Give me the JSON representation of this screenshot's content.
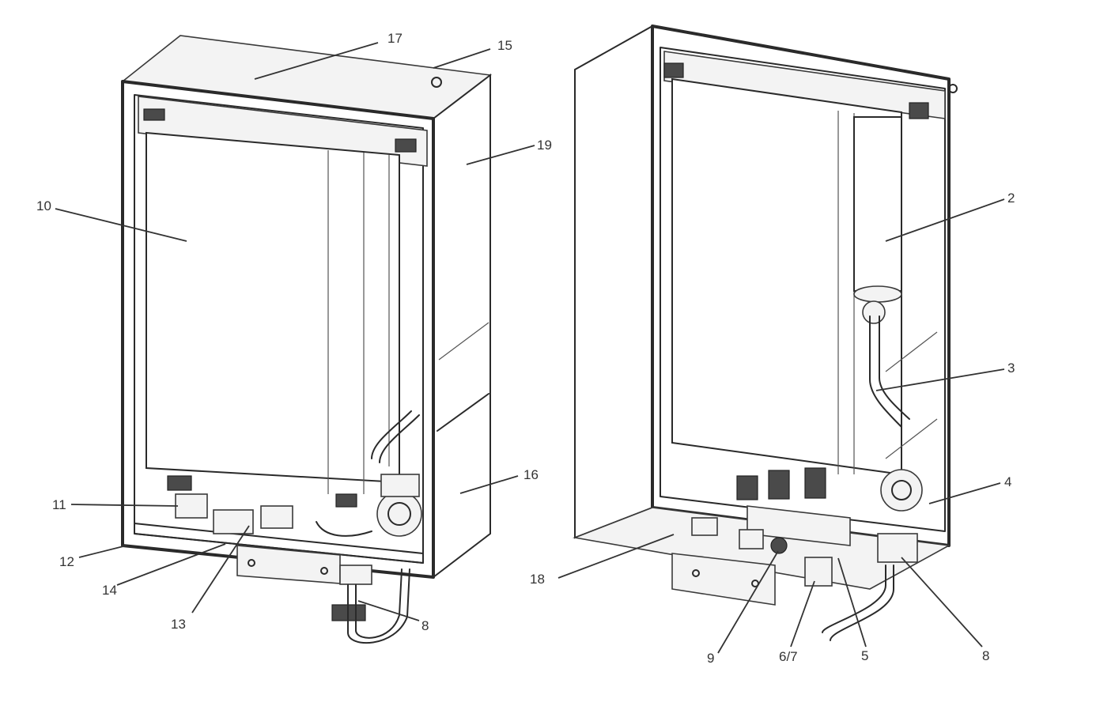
{
  "callouts": [
    {
      "id": "c17",
      "label": "17"
    },
    {
      "id": "c15",
      "label": "15"
    },
    {
      "id": "c19",
      "label": "19"
    },
    {
      "id": "c10",
      "label": "10"
    },
    {
      "id": "c16",
      "label": "16"
    },
    {
      "id": "c11",
      "label": "11"
    },
    {
      "id": "c12",
      "label": "12"
    },
    {
      "id": "c14",
      "label": "14"
    },
    {
      "id": "c13",
      "label": "13"
    },
    {
      "id": "c8a",
      "label": "8"
    },
    {
      "id": "c2",
      "label": "2"
    },
    {
      "id": "c3",
      "label": "3"
    },
    {
      "id": "c4",
      "label": "4"
    },
    {
      "id": "c18",
      "label": "18"
    },
    {
      "id": "c9",
      "label": "9"
    },
    {
      "id": "c67",
      "label": "6/7"
    },
    {
      "id": "c5",
      "label": "5"
    },
    {
      "id": "c8b",
      "label": "8"
    }
  ]
}
